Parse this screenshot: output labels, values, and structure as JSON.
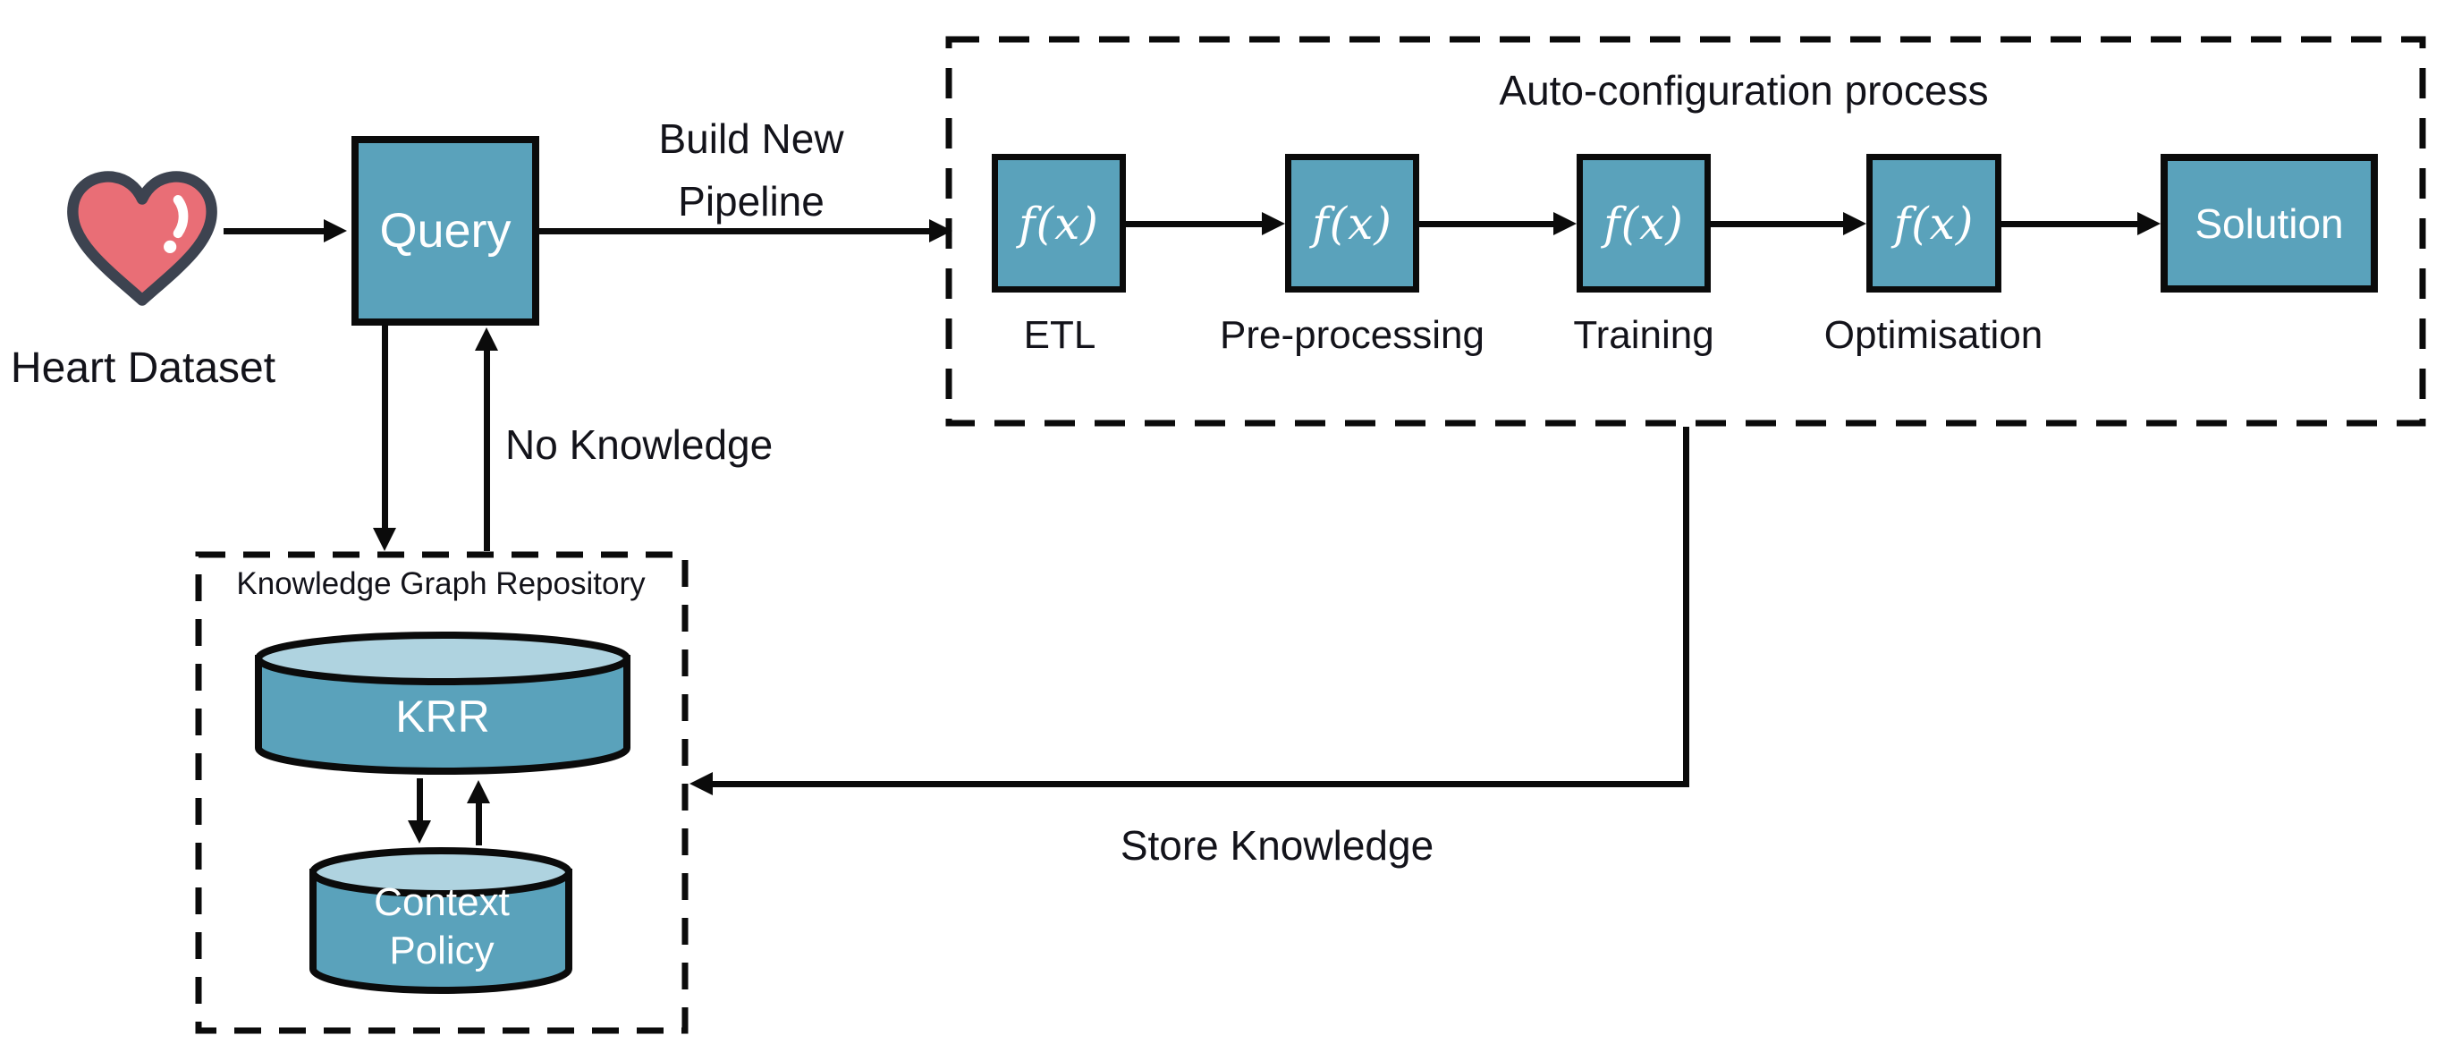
{
  "diagram": {
    "heart": {
      "icon": "heart-icon",
      "label": "Heart Dataset"
    },
    "query": {
      "label": "Query"
    },
    "build_new_pipeline": {
      "line1": "Build New",
      "line2": "Pipeline"
    },
    "no_knowledge": {
      "label": "No Knowledge"
    },
    "store_knowledge": {
      "label": "Store Knowledge"
    },
    "auto_configuration": {
      "title": "Auto-configuration process",
      "stages": [
        {
          "box_text": "f(x)",
          "label": "ETL"
        },
        {
          "box_text": "f(x)",
          "label": "Pre-processing"
        },
        {
          "box_text": "f(x)",
          "label": "Training"
        },
        {
          "box_text": "f(x)",
          "label": "Optimisation"
        }
      ],
      "solution": {
        "label": "Solution"
      }
    },
    "knowledge_graph_repository": {
      "title": "Knowledge Graph Repository",
      "krr": {
        "label": "KRR"
      },
      "context_policy": {
        "line1": "Context",
        "line2": "Policy"
      }
    }
  },
  "colors": {
    "node_fill": "#5AA2BB",
    "cylinder_top_fill": "#AFD3E0",
    "heart_fill": "#E96E76",
    "heart_outline": "#3D4350",
    "connector": "#0B0B0B",
    "text_dark": "#13131A",
    "text_light": "#FFFFFF",
    "background": "#FFFFFF"
  }
}
